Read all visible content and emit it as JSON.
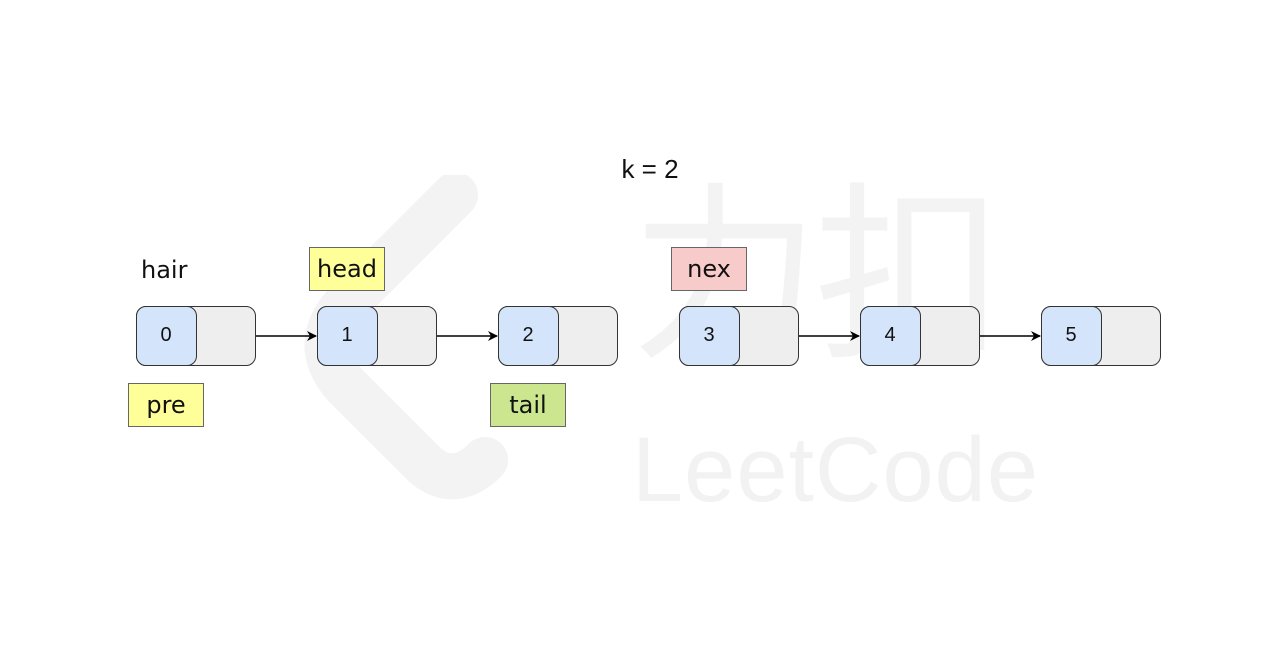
{
  "watermark": {
    "cjk": "力扣",
    "text": "LeetCode"
  },
  "title": "k = 2",
  "nodes": [
    {
      "value": "0"
    },
    {
      "value": "1"
    },
    {
      "value": "2"
    },
    {
      "value": "3"
    },
    {
      "value": "4"
    },
    {
      "value": "5"
    }
  ],
  "links": [
    {
      "from": "0",
      "to": "1"
    },
    {
      "from": "1",
      "to": "2"
    },
    {
      "from": "3",
      "to": "4"
    },
    {
      "from": "4",
      "to": "5"
    }
  ],
  "labels": {
    "hair": "hair",
    "head": "head",
    "pre": "pre",
    "tail": "tail",
    "nex": "nex"
  },
  "colors": {
    "node_value_fill": "#d4e5fb",
    "node_next_fill": "#eeeeee",
    "head_tag": "#ffff99",
    "pre_tag": "#ffff99",
    "tail_tag": "#cce68f",
    "nex_tag": "#f8cbcb",
    "watermark": "#f2f2f2"
  }
}
